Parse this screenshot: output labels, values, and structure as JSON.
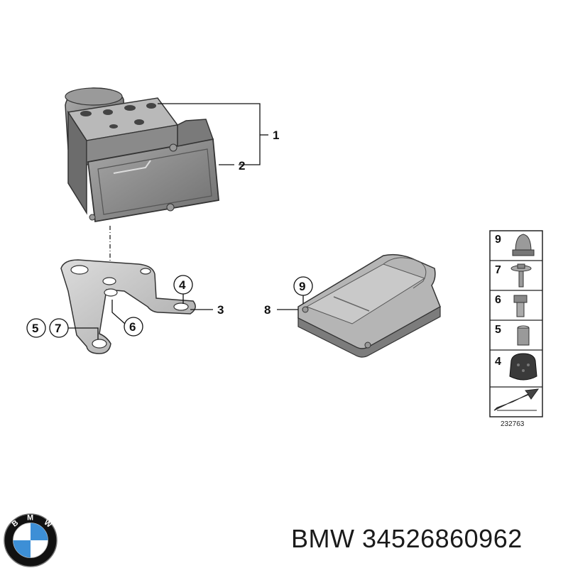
{
  "callouts": {
    "c1": "1",
    "c2": "2",
    "c3": "3",
    "c4": "4",
    "c5": "5",
    "c6": "6",
    "c7": "7",
    "c8": "8",
    "c9": "9"
  },
  "panel": {
    "items": [
      "9",
      "7",
      "6",
      "5",
      "4"
    ],
    "reference": "232763"
  },
  "footer": {
    "brand": "BMW",
    "part_number": "34526860962",
    "logo_letters": [
      "B",
      "M",
      "W"
    ]
  },
  "colors": {
    "housing": "#8e8e8e",
    "housing_dark": "#5a5a5a",
    "bracket": "#c4c4c4",
    "logo_blue": "#3d8fd6",
    "logo_ring": "#111111"
  }
}
